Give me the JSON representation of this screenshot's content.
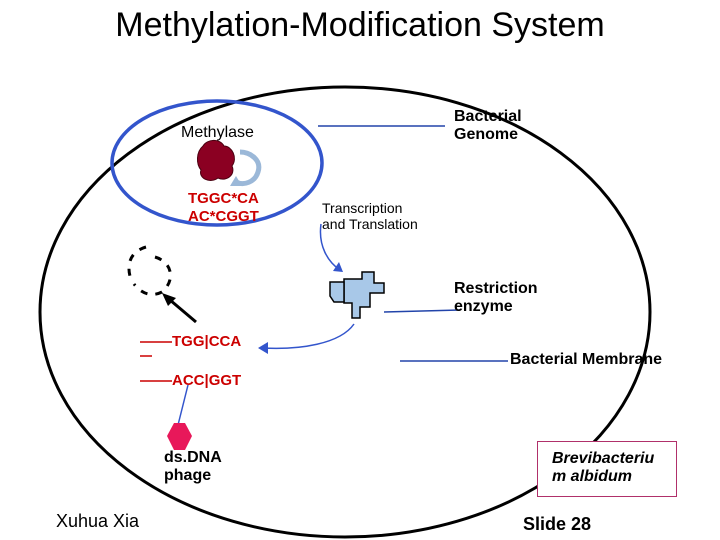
{
  "title": "Methylation-Modification System",
  "labels": {
    "methylase": "Methylase",
    "bacterial_genome": "Bacterial\nGenome",
    "methylated_top": "TGGC*CA",
    "methylated_bottom": "AC*CGGT",
    "transcription": "Transcription\nand Translation",
    "restriction_enzyme": "Restriction\nenzyme",
    "cut_top": "TGG|CCA",
    "cut_bottom": "ACC|GGT",
    "bacterial_membrane": "Bacterial Membrane",
    "phage": "ds.DNA\nphage",
    "organism": "Brevibacteriu\nm albidum"
  },
  "footer": {
    "author": "Xuhua Xia",
    "slide": "Slide 28"
  },
  "colors": {
    "genome_ring": "#3355cc",
    "callout_line": "#2244aa",
    "methylase_blob": "#8b0022",
    "restriction_enzyme": "#a8c8e8",
    "phage_head": "#e8185a",
    "arrow": "#3355cc",
    "sequence_text": "#cc0000"
  }
}
